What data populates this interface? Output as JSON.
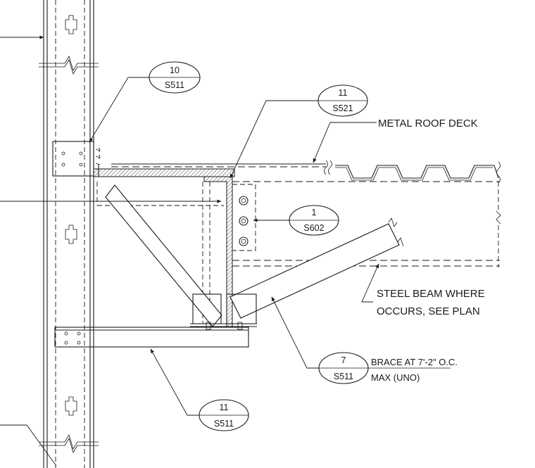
{
  "callouts": {
    "top_left": {
      "number": "10",
      "sheet": "S511"
    },
    "top_mid": {
      "number": "11",
      "sheet": "S521"
    },
    "mid_right": {
      "number": "1",
      "sheet": "S602"
    },
    "brace": {
      "number": "7",
      "sheet": "S511"
    },
    "bottom": {
      "number": "11",
      "sheet": "S511"
    }
  },
  "notes": {
    "roof_deck": "METAL ROOF DECK",
    "beam_line1": "STEEL BEAM WHERE",
    "beam_line2": "OCCURS, SEE PLAN",
    "brace_line1": "BRACE AT 7'-2\" O.C.",
    "brace_line2": "MAX (UNO)"
  }
}
